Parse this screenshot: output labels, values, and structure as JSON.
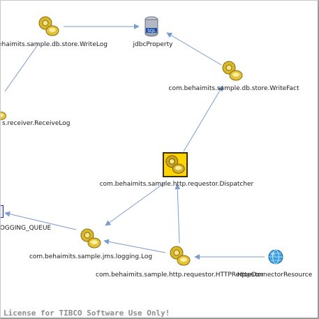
{
  "nodes": {
    "write_log": {
      "label": "ehaimits.sample.db.store.WriteLog",
      "icon": "gear-coin-icon"
    },
    "jdbc": {
      "label": "jdbcProperty",
      "icon": "sql-database-icon"
    },
    "write_fact": {
      "label": "com.behaimits.sample.db.store.WriteFact",
      "icon": "gear-coin-icon"
    },
    "receive_log": {
      "label": "s.receiver.ReceiveLog",
      "icon": "gear-coin-icon"
    },
    "dispatcher": {
      "label": "com.behaimits.sample.http.requestor.Dispatcher",
      "icon": "gear-coin-icon",
      "selected": true
    },
    "logging_queue": {
      "label": "LOGGING_QUEUE",
      "icon": "queue-icon"
    },
    "jms_log": {
      "label": "com.behaimits.sample.jms.logging.Log",
      "icon": "gear-coin-icon"
    },
    "http_requestor": {
      "label": "com.behaimits.sample.http.requestor.HTTPRequestor",
      "icon": "gear-coin-icon"
    },
    "connector": {
      "label": "HttpConnectorResource",
      "icon": "globe-icon"
    }
  },
  "license_text": "License for TIBCO Software Use Only!",
  "colors": {
    "edge": "#7a9ad0",
    "selected_fill": "#ffd400",
    "gear": "#d8b830"
  }
}
